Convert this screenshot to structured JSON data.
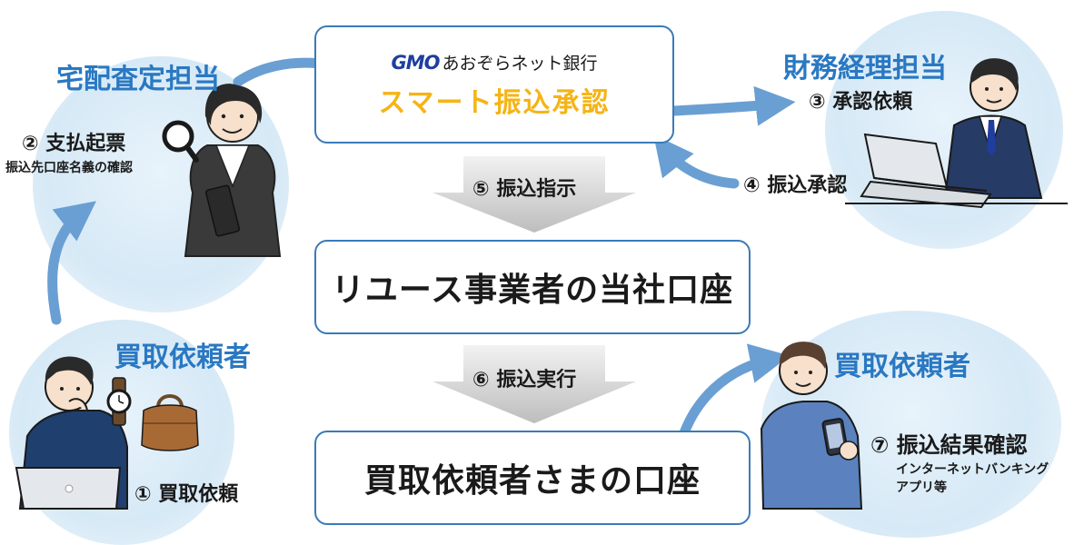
{
  "bank": {
    "logo": "GMO",
    "name": "あおぞらネット銀行",
    "service": "スマート振込承認"
  },
  "boxes": {
    "company_account": "リユース事業者の当社口座",
    "customer_account": "買取依頼者さまの口座"
  },
  "roles": {
    "appraiser": "宅配査定担当",
    "finance": "財務経理担当",
    "requester_left": "買取依頼者",
    "requester_right": "買取依頼者"
  },
  "steps": {
    "s1": "① 買取依頼",
    "s2": "② 支払起票",
    "s2_note": "振込先口座名義の確認",
    "s3": "③ 承認依頼",
    "s4": "④ 振込承認",
    "s5": "⑤ 振込指示",
    "s6": "⑥ 振込実行",
    "s7": "⑦ 振込結果確認",
    "s7_note_line1": "インターネットバンキング",
    "s7_note_line2": "アプリ等"
  },
  "colors": {
    "accent_blue": "#2a78c2",
    "box_border": "#3b7ab8",
    "arrow_blue": "#6a9fd3",
    "highlight_yellow": "#f5b416",
    "logo_navy": "#1f3e9e",
    "bubble": "#d6e9f6"
  },
  "icons": {
    "magnifier": "magnifier-icon",
    "watch": "watch-icon",
    "bag": "handbag-icon",
    "laptop": "laptop-icon",
    "phone": "smartphone-icon"
  }
}
